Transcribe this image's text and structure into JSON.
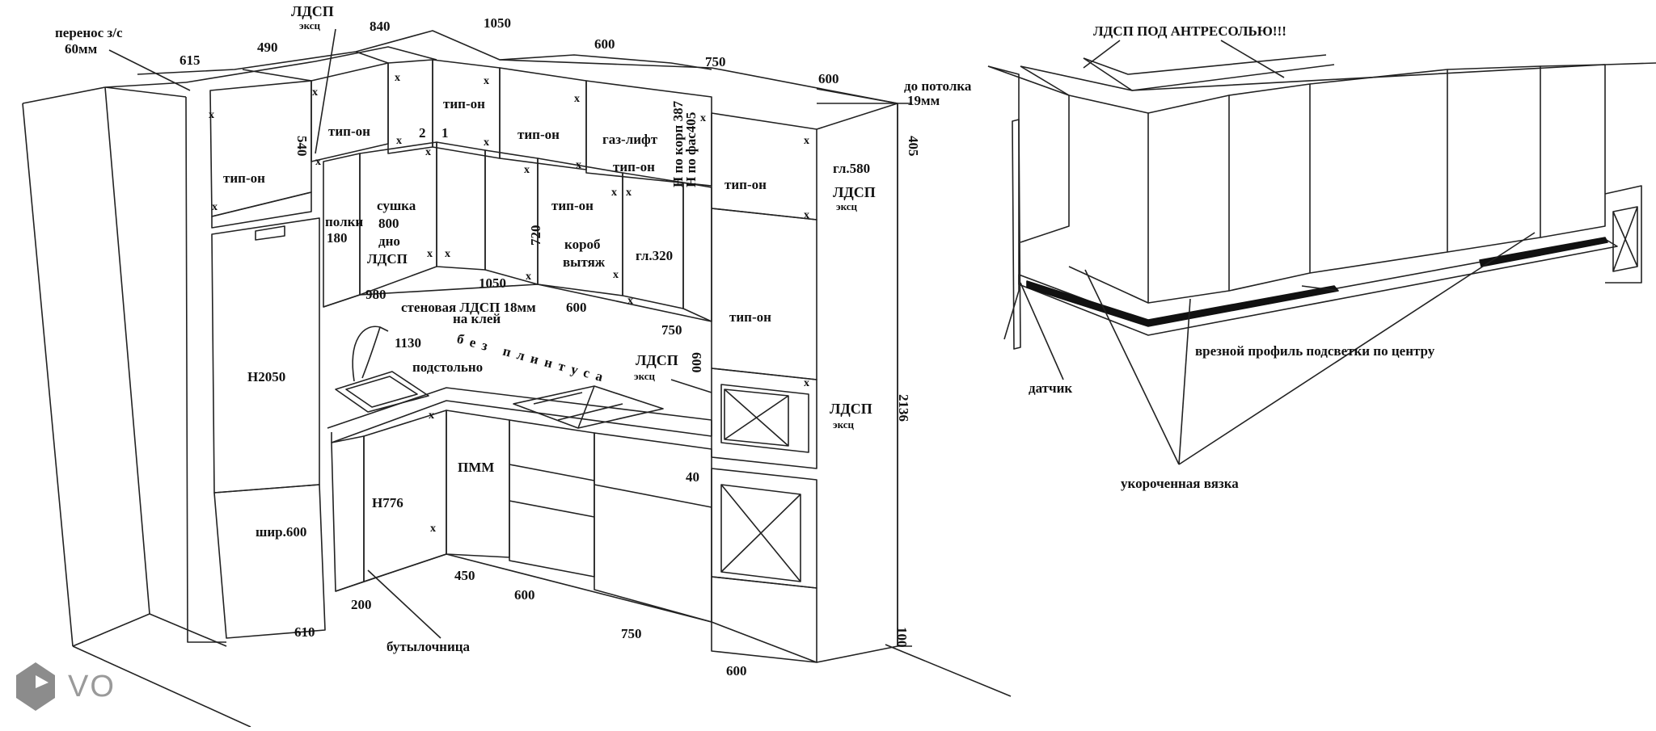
{
  "logo": {
    "text": "VO",
    "color": "#8c8c8c"
  },
  "kitchen": {
    "top_dims": {
      "d615": "615",
      "d490": "490",
      "d840": "840",
      "d1050": "1050",
      "d600a": "600",
      "d750": "750",
      "d600b": "600"
    },
    "carry": "перенос з/с\n60мм",
    "ldsp_top": "ЛДСП\nэксц",
    "ceiling": "до потолка\n19мм",
    "d405": "405",
    "d540": "540",
    "tipon": "тип-он",
    "n2": "2",
    "n1": "1",
    "gaslift": "газ-лифт",
    "h_korp": "Н по корп 387",
    "h_fas": "Н по фас405",
    "gl580": "гл.580",
    "ldsp_exc": "ЛДСП\nэксц",
    "shelves": "полки",
    "d180": "180",
    "dryer": "сушка\n800\nдно\nЛДСП",
    "d720": "720",
    "hood_box": "короб\nвытяж",
    "gl320": "гл.320",
    "d980": "980",
    "wall_panel": "стеновая ЛДСП 18мм\nна клей",
    "d1050b": "1050",
    "d600c": "600",
    "d750b": "750",
    "d1130": "1130",
    "no_plinth": "без плинтуса",
    "underbuilt": "подстольно",
    "ldsp_mid": "ЛДСП\nэксц",
    "d600v": "600",
    "h2050": "Н2050",
    "pmm": "ПММ",
    "d40": "40",
    "h776": "Н776",
    "width600": "шир.600",
    "d2136": "2136",
    "d100": "100",
    "d450": "450",
    "d200": "200",
    "d600d": "600",
    "d610": "610",
    "d750c": "750",
    "d600e": "600",
    "bottle": "бутылочница",
    "x": "x"
  },
  "detail": {
    "title": "ЛДСП ПОД АНТРЕСОЛЬЮ!!!",
    "profile": "врезной профиль подсветки  по центру",
    "sensor": "датчик",
    "short_tie": "укороченная вязка"
  }
}
